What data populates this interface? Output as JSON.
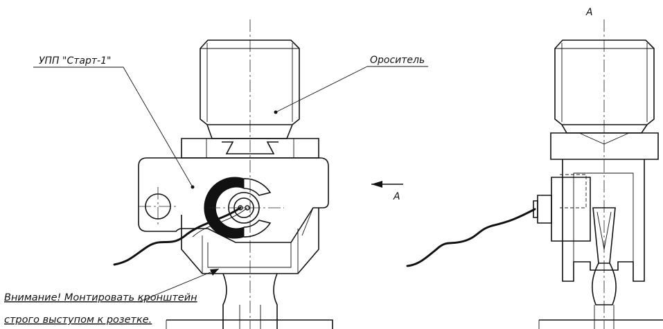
{
  "labels": {
    "upp": "УПП \"Старт-1\"",
    "sprinkler": "Ороситель",
    "arrow_a": "А",
    "view_a": "А"
  },
  "note": {
    "line1": "Внимание! Монтировать кронштейн",
    "line2": "строго выступом к розетке."
  }
}
